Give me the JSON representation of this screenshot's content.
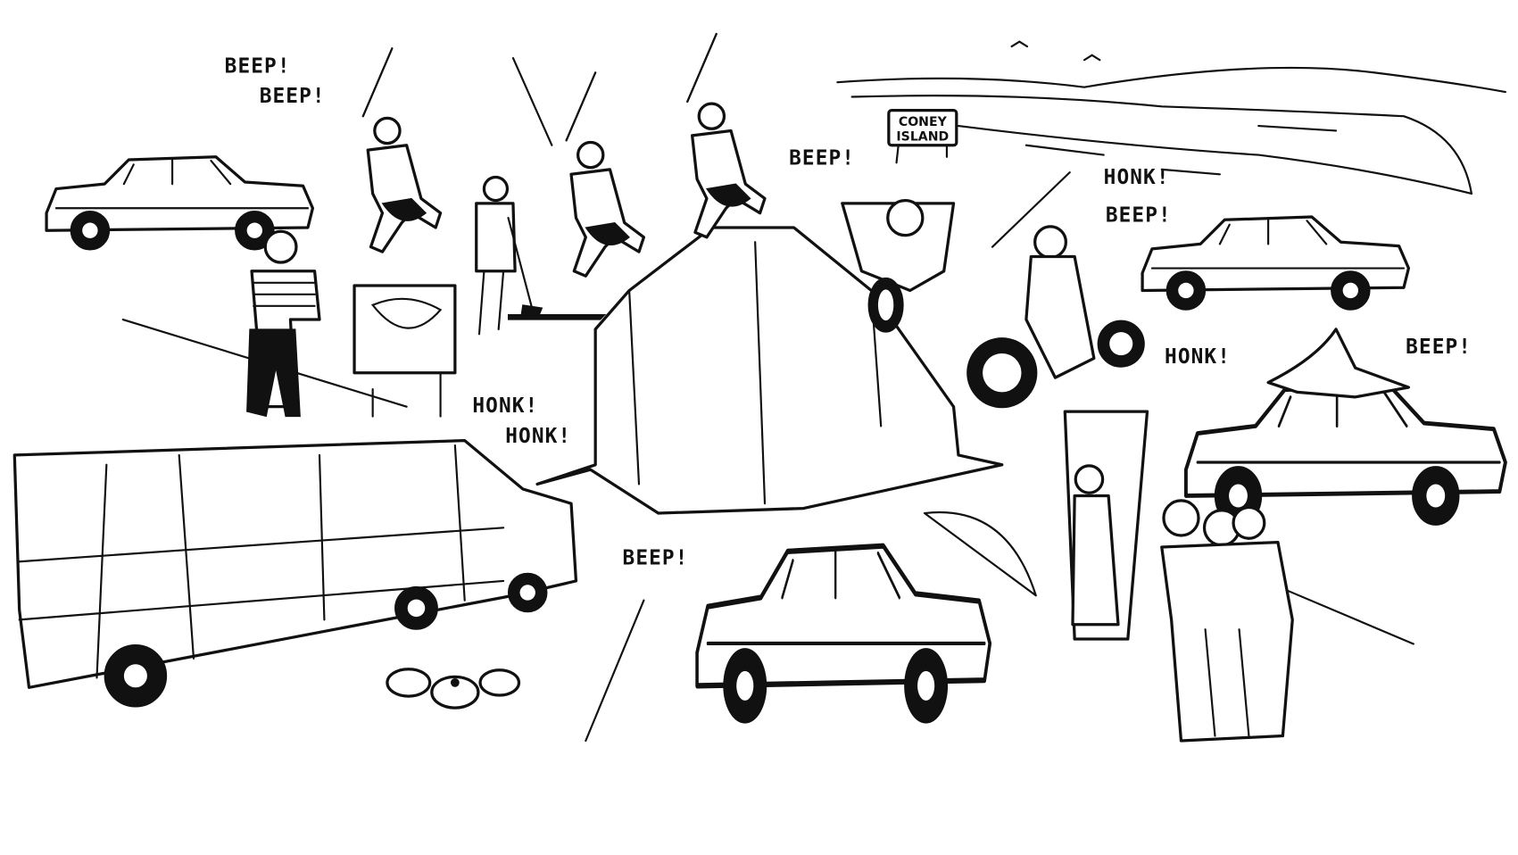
{
  "sound_effects": {
    "beep_1": "BEEP!",
    "beep_2": "BEEP!",
    "beep_moto": "BEEP!",
    "honk_top_right": "HONK!",
    "beep_top_right": "BEEP!",
    "honk_mid_right": "HONK!",
    "beep_mid_right": "BEEP!",
    "honk_left_1": "HONK!",
    "honk_left_2": "HONK!",
    "beep_bottom": "BEEP!"
  },
  "sign": {
    "line1": "CONEY",
    "line2": "ISLAND"
  },
  "colors": {
    "ink": "#111111",
    "paper": "#ffffff"
  }
}
